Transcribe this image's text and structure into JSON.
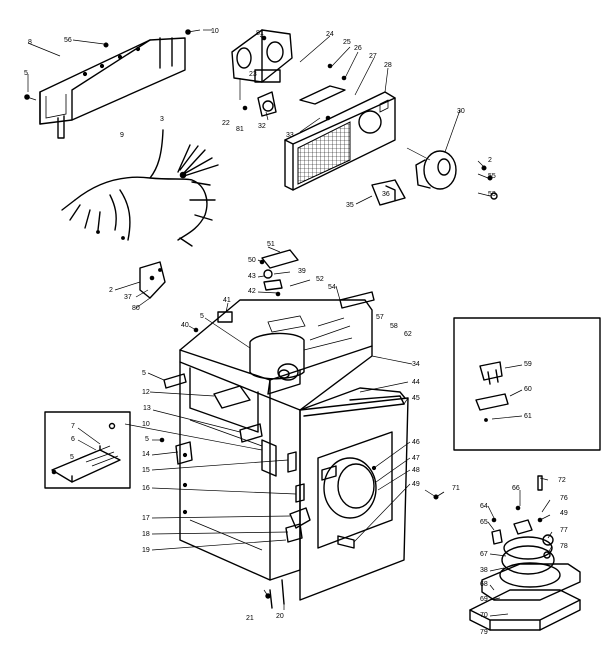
{
  "callouts": [
    {
      "id": "c8a",
      "text": "8"
    },
    {
      "id": "c56",
      "text": "56"
    },
    {
      "id": "c10a",
      "text": "10"
    },
    {
      "id": "c5a",
      "text": "5"
    },
    {
      "id": "c9",
      "text": "9"
    },
    {
      "id": "c3",
      "text": "3"
    },
    {
      "id": "c81a",
      "text": "81"
    },
    {
      "id": "c24",
      "text": "24"
    },
    {
      "id": "c25",
      "text": "25"
    },
    {
      "id": "c26",
      "text": "26"
    },
    {
      "id": "c27",
      "text": "27"
    },
    {
      "id": "c28",
      "text": "28"
    },
    {
      "id": "c23",
      "text": "23"
    },
    {
      "id": "c22",
      "text": "22"
    },
    {
      "id": "c81b",
      "text": "81"
    },
    {
      "id": "c32",
      "text": "32"
    },
    {
      "id": "c33",
      "text": "33"
    },
    {
      "id": "c30",
      "text": "30"
    },
    {
      "id": "c2a",
      "text": "2"
    },
    {
      "id": "c55",
      "text": "55"
    },
    {
      "id": "c53",
      "text": "53"
    },
    {
      "id": "c35",
      "text": "35"
    },
    {
      "id": "c36",
      "text": "36"
    },
    {
      "id": "c51",
      "text": "51"
    },
    {
      "id": "c50",
      "text": "50"
    },
    {
      "id": "c39",
      "text": "39"
    },
    {
      "id": "c43",
      "text": "43"
    },
    {
      "id": "c52",
      "text": "52"
    },
    {
      "id": "c42",
      "text": "42"
    },
    {
      "id": "c54",
      "text": "54"
    },
    {
      "id": "c2b",
      "text": "2"
    },
    {
      "id": "c37",
      "text": "37"
    },
    {
      "id": "c80a",
      "text": "80"
    },
    {
      "id": "c41",
      "text": "41"
    },
    {
      "id": "c40",
      "text": "40"
    },
    {
      "id": "c5b",
      "text": "5"
    },
    {
      "id": "c57",
      "text": "57"
    },
    {
      "id": "c58",
      "text": "58"
    },
    {
      "id": "c62",
      "text": "62"
    },
    {
      "id": "c34",
      "text": "34"
    },
    {
      "id": "c5c",
      "text": "5"
    },
    {
      "id": "c12",
      "text": "12"
    },
    {
      "id": "c44",
      "text": "44"
    },
    {
      "id": "c45",
      "text": "45"
    },
    {
      "id": "c13",
      "text": "13"
    },
    {
      "id": "c7",
      "text": "7"
    },
    {
      "id": "c6",
      "text": "6"
    },
    {
      "id": "c5d",
      "text": "5"
    },
    {
      "id": "c10b",
      "text": "10"
    },
    {
      "id": "c5e",
      "text": "5"
    },
    {
      "id": "c14",
      "text": "14"
    },
    {
      "id": "c15",
      "text": "15"
    },
    {
      "id": "c16",
      "text": "16"
    },
    {
      "id": "c17",
      "text": "17"
    },
    {
      "id": "c18",
      "text": "18"
    },
    {
      "id": "c19",
      "text": "19"
    },
    {
      "id": "c46",
      "text": "46"
    },
    {
      "id": "c47",
      "text": "47"
    },
    {
      "id": "c48",
      "text": "48"
    },
    {
      "id": "c49a",
      "text": "49"
    },
    {
      "id": "c71",
      "text": "71"
    },
    {
      "id": "c21",
      "text": "21"
    },
    {
      "id": "c20",
      "text": "20"
    },
    {
      "id": "c59",
      "text": "59"
    },
    {
      "id": "c60",
      "text": "60"
    },
    {
      "id": "c61",
      "text": "61"
    },
    {
      "id": "c72",
      "text": "72"
    },
    {
      "id": "c66",
      "text": "66"
    },
    {
      "id": "c76",
      "text": "76"
    },
    {
      "id": "c64",
      "text": "64"
    },
    {
      "id": "c49b",
      "text": "49"
    },
    {
      "id": "c65",
      "text": "65"
    },
    {
      "id": "c77",
      "text": "77"
    },
    {
      "id": "c78",
      "text": "78"
    },
    {
      "id": "c67",
      "text": "67"
    },
    {
      "id": "c38",
      "text": "38"
    },
    {
      "id": "c68",
      "text": "68"
    },
    {
      "id": "c69",
      "text": "69"
    },
    {
      "id": "c70",
      "text": "70"
    },
    {
      "id": "c79",
      "text": "79"
    }
  ]
}
